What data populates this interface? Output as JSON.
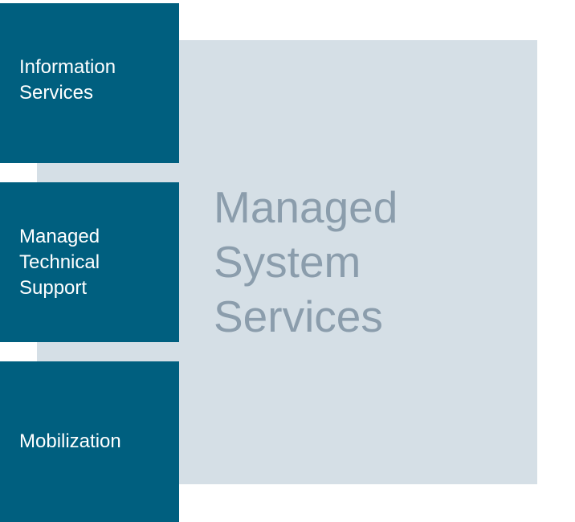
{
  "colors": {
    "block_fill": "#005f7f",
    "block_text": "#ffffff",
    "backdrop_fill": "#d5dfe6",
    "main_text": "#8b9dac",
    "page_background": "#ffffff"
  },
  "main_label": "Managed\nSystem\nServices",
  "blocks": [
    {
      "label": "Information\nServices"
    },
    {
      "label": "Managed\nTechnical\nSupport"
    },
    {
      "label": "Mobilization"
    }
  ]
}
